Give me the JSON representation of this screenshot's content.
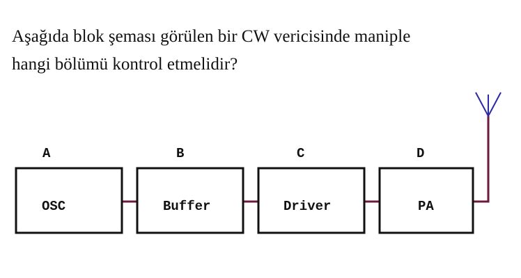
{
  "question": {
    "line1": "Aşağıda blok şeması görülen bir CW vericisinde maniple",
    "line2": "hangi bölümü kontrol etmelidir?"
  },
  "blocks": [
    {
      "letter": "A",
      "name": "OSC"
    },
    {
      "letter": "B",
      "name": "Buffer"
    },
    {
      "letter": "C",
      "name": "Driver"
    },
    {
      "letter": "D",
      "name": "PA"
    }
  ],
  "colors": {
    "wire": "#6b1a3c",
    "antenna": "#2a2aa8",
    "box": "#111111"
  }
}
